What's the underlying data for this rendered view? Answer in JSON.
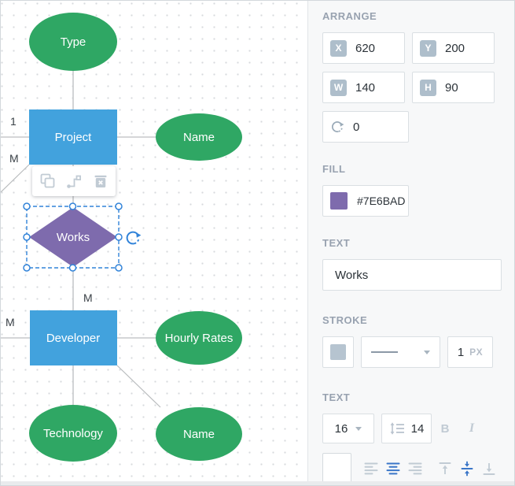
{
  "colors": {
    "green": "#2FA764",
    "blue": "#42A2DD",
    "purple": "#7E6BAD",
    "edge": "#C7C9CB",
    "edge_label": "#3A4147",
    "selection": "#3183D9",
    "panel_bg": "#F7F8F9",
    "header": "#98A2B0",
    "badge_bg": "#AEBECB",
    "icon_gray": "#C1CBD4",
    "active_blue": "#3A76C8",
    "stroke_swatch": "#B6C4D0"
  },
  "canvas": {
    "nodes": {
      "type": {
        "label": "Type"
      },
      "project": {
        "label": "Project"
      },
      "name_top": {
        "label": "Name"
      },
      "works": {
        "label": "Works"
      },
      "developer": {
        "label": "Developer"
      },
      "hourly_rates": {
        "label": "Hourly Rates"
      },
      "technology": {
        "label": "Technology"
      },
      "name_bottom": {
        "label": "Name"
      }
    },
    "edge_labels": {
      "project_left_top": "1",
      "project_left_bottom": "M",
      "works_developer": "M",
      "developer_left": "M"
    },
    "icons": {
      "halo": [
        "clone-icon",
        "link-icon",
        "trash-icon"
      ],
      "selection": "rotate-icon"
    }
  },
  "panel": {
    "arrange": {
      "title": "ARRANGE",
      "fields": {
        "x": {
          "label": "X",
          "value": "620"
        },
        "y": {
          "label": "Y",
          "value": "200"
        },
        "w": {
          "label": "W",
          "value": "140"
        },
        "h": {
          "label": "H",
          "value": "90"
        },
        "angle": {
          "value": "0",
          "icon": "rotate-icon"
        }
      }
    },
    "fill": {
      "title": "FILL",
      "color": "#7E6BAD",
      "label": "#7E6BAD"
    },
    "text": {
      "title": "TEXT",
      "value": "Works"
    },
    "stroke": {
      "title": "STROKE",
      "width": "1",
      "unit": "PX"
    },
    "text_style": {
      "title": "TEXT",
      "font_size": "16",
      "line_height": "14",
      "bold": "B",
      "italic": "I",
      "fill_color": "#FFFFFF",
      "align_active": "center",
      "valign_active": "middle"
    }
  }
}
